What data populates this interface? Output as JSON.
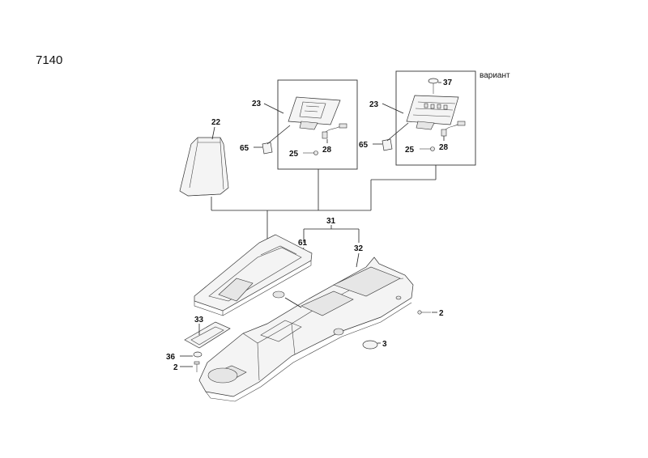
{
  "title": "7140",
  "variant_note": "вариант",
  "callouts": {
    "n22": "22",
    "n23a": "23",
    "n65a": "65",
    "n25a": "25",
    "n28a": "28",
    "n23b": "23",
    "n37": "37",
    "n65b": "65",
    "n25b": "25",
    "n28b": "28",
    "n31": "31",
    "n61": "61",
    "n32": "32",
    "n2a": "2",
    "n3": "3",
    "n33": "33",
    "n36": "36",
    "n2b": "2"
  }
}
